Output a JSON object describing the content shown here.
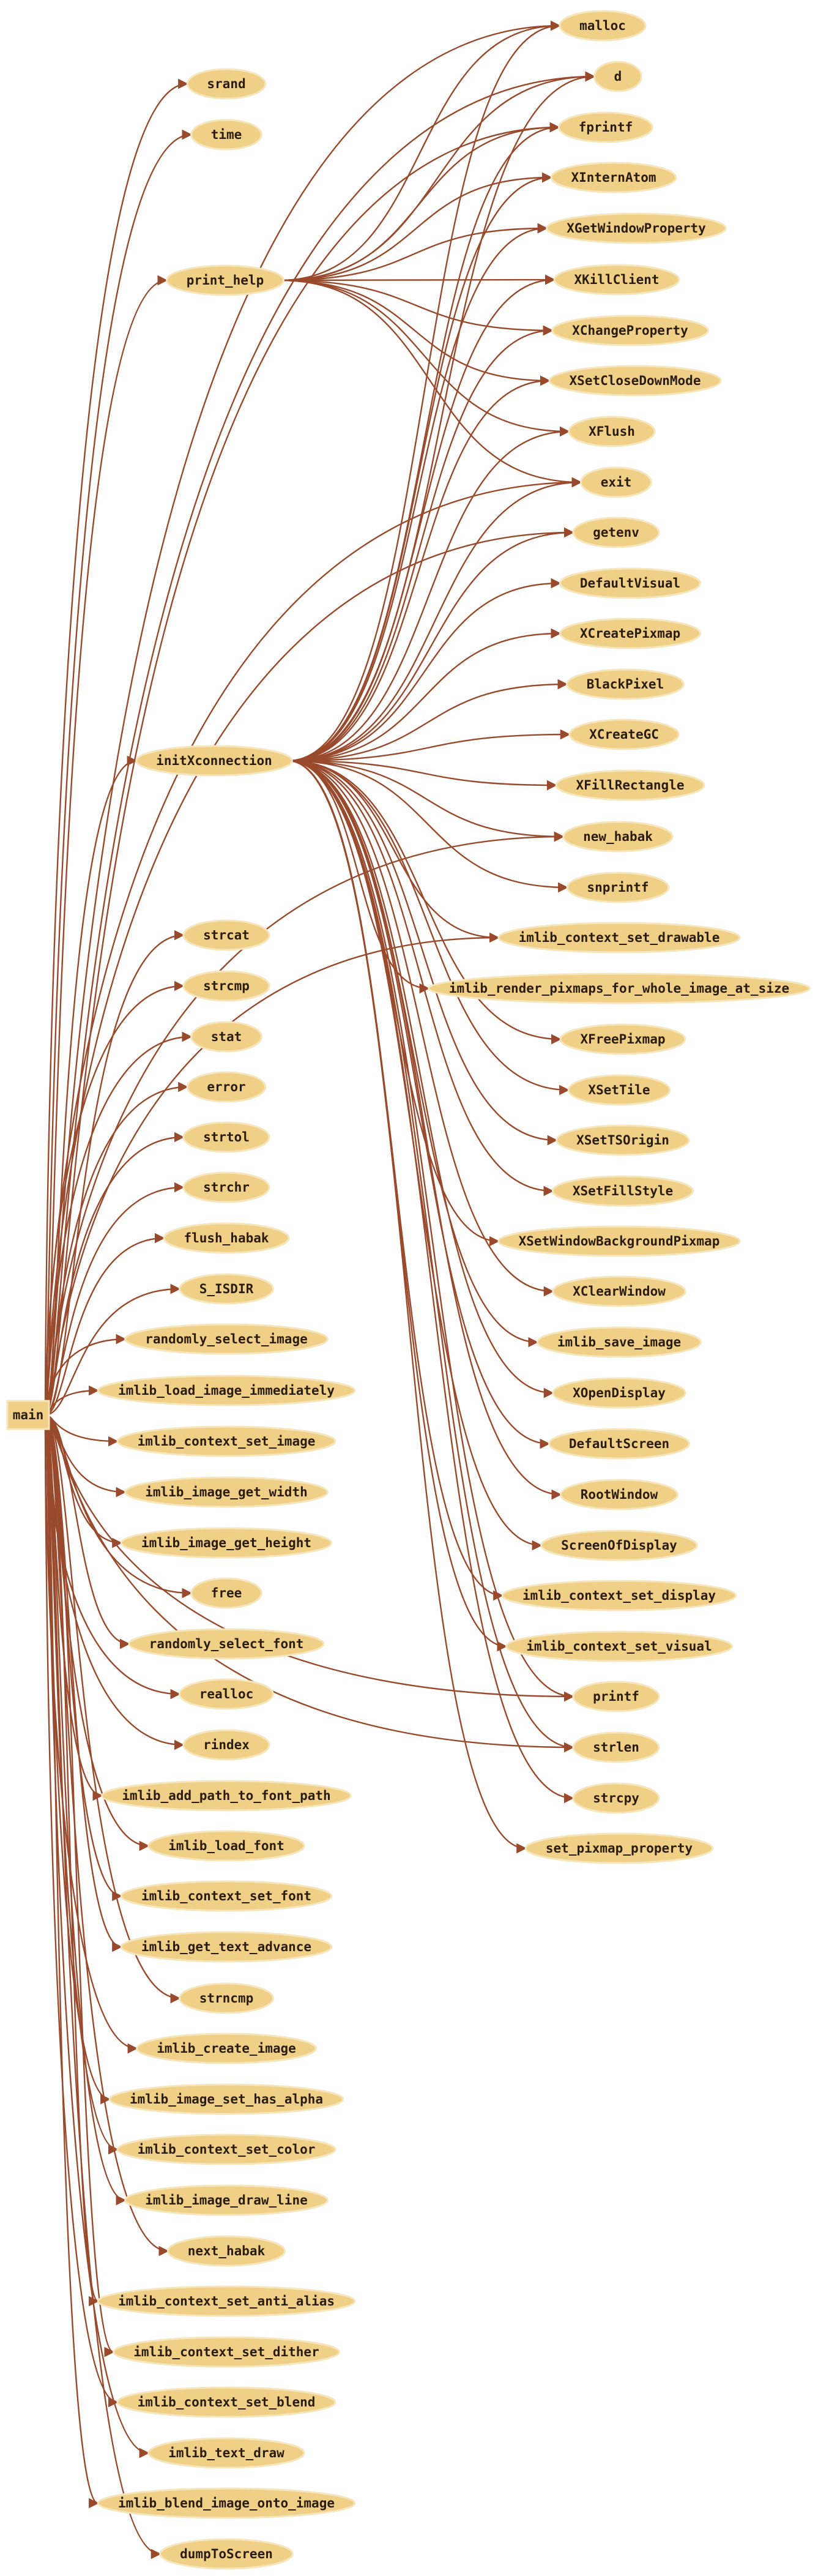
{
  "diagram": {
    "type": "call-graph",
    "colors": {
      "background": "#ffffff",
      "node_fill": "#f0cf86",
      "node_border": "#f6e6bd",
      "edge": "#9a4a2c",
      "text": "#2b1d0e"
    },
    "nodes": [
      {
        "id": "main",
        "label": "main",
        "shape": "box"
      },
      {
        "id": "srand",
        "label": "srand"
      },
      {
        "id": "time",
        "label": "time"
      },
      {
        "id": "print_help",
        "label": "print_help"
      },
      {
        "id": "initXconnection",
        "label": "initXconnection"
      },
      {
        "id": "malloc",
        "label": "malloc"
      },
      {
        "id": "d",
        "label": "d"
      },
      {
        "id": "fprintf",
        "label": "fprintf"
      },
      {
        "id": "XInternAtom",
        "label": "XInternAtom"
      },
      {
        "id": "XGetWindowProperty",
        "label": "XGetWindowProperty"
      },
      {
        "id": "XKillClient",
        "label": "XKillClient"
      },
      {
        "id": "XChangeProperty",
        "label": "XChangeProperty"
      },
      {
        "id": "XSetCloseDownMode",
        "label": "XSetCloseDownMode"
      },
      {
        "id": "XFlush",
        "label": "XFlush"
      },
      {
        "id": "exit",
        "label": "exit"
      },
      {
        "id": "getenv",
        "label": "getenv"
      },
      {
        "id": "DefaultVisual",
        "label": "DefaultVisual"
      },
      {
        "id": "XCreatePixmap",
        "label": "XCreatePixmap"
      },
      {
        "id": "BlackPixel",
        "label": "BlackPixel"
      },
      {
        "id": "XCreateGC",
        "label": "XCreateGC"
      },
      {
        "id": "XFillRectangle",
        "label": "XFillRectangle"
      },
      {
        "id": "new_habak",
        "label": "new_habak"
      },
      {
        "id": "snprintf",
        "label": "snprintf"
      },
      {
        "id": "imlib_context_set_drawable",
        "label": "imlib_context_set_drawable"
      },
      {
        "id": "imlib_render_pixmaps_for_whole_image_at_size",
        "label": "imlib_render_pixmaps_for_whole_image_at_size"
      },
      {
        "id": "XFreePixmap",
        "label": "XFreePixmap"
      },
      {
        "id": "XSetTile",
        "label": "XSetTile"
      },
      {
        "id": "XSetTSOrigin",
        "label": "XSetTSOrigin"
      },
      {
        "id": "XSetFillStyle",
        "label": "XSetFillStyle"
      },
      {
        "id": "XSetWindowBackgroundPixmap",
        "label": "XSetWindowBackgroundPixmap"
      },
      {
        "id": "XClearWindow",
        "label": "XClearWindow"
      },
      {
        "id": "imlib_save_image",
        "label": "imlib_save_image"
      },
      {
        "id": "XOpenDisplay",
        "label": "XOpenDisplay"
      },
      {
        "id": "DefaultScreen",
        "label": "DefaultScreen"
      },
      {
        "id": "RootWindow",
        "label": "RootWindow"
      },
      {
        "id": "ScreenOfDisplay",
        "label": "ScreenOfDisplay"
      },
      {
        "id": "imlib_context_set_display",
        "label": "imlib_context_set_display"
      },
      {
        "id": "imlib_context_set_visual",
        "label": "imlib_context_set_visual"
      },
      {
        "id": "printf",
        "label": "printf"
      },
      {
        "id": "strlen",
        "label": "strlen"
      },
      {
        "id": "strcpy",
        "label": "strcpy"
      },
      {
        "id": "set_pixmap_property",
        "label": "set_pixmap_property"
      },
      {
        "id": "strcat",
        "label": "strcat"
      },
      {
        "id": "strcmp",
        "label": "strcmp"
      },
      {
        "id": "stat",
        "label": "stat"
      },
      {
        "id": "error",
        "label": "error"
      },
      {
        "id": "strtol",
        "label": "strtol"
      },
      {
        "id": "strchr",
        "label": "strchr"
      },
      {
        "id": "flush_habak",
        "label": "flush_habak"
      },
      {
        "id": "S_ISDIR",
        "label": "S_ISDIR"
      },
      {
        "id": "randomly_select_image",
        "label": "randomly_select_image"
      },
      {
        "id": "imlib_load_image_immediately",
        "label": "imlib_load_image_immediately"
      },
      {
        "id": "imlib_context_set_image",
        "label": "imlib_context_set_image"
      },
      {
        "id": "imlib_image_get_width",
        "label": "imlib_image_get_width"
      },
      {
        "id": "imlib_image_get_height",
        "label": "imlib_image_get_height"
      },
      {
        "id": "free",
        "label": "free"
      },
      {
        "id": "randomly_select_font",
        "label": "randomly_select_font"
      },
      {
        "id": "realloc",
        "label": "realloc"
      },
      {
        "id": "rindex",
        "label": "rindex"
      },
      {
        "id": "imlib_add_path_to_font_path",
        "label": "imlib_add_path_to_font_path"
      },
      {
        "id": "imlib_load_font",
        "label": "imlib_load_font"
      },
      {
        "id": "imlib_context_set_font",
        "label": "imlib_context_set_font"
      },
      {
        "id": "imlib_get_text_advance",
        "label": "imlib_get_text_advance"
      },
      {
        "id": "strncmp",
        "label": "strncmp"
      },
      {
        "id": "imlib_create_image",
        "label": "imlib_create_image"
      },
      {
        "id": "imlib_image_set_has_alpha",
        "label": "imlib_image_set_has_alpha"
      },
      {
        "id": "imlib_context_set_color",
        "label": "imlib_context_set_color"
      },
      {
        "id": "imlib_image_draw_line",
        "label": "imlib_image_draw_line"
      },
      {
        "id": "next_habak",
        "label": "next_habak"
      },
      {
        "id": "imlib_context_set_anti_alias",
        "label": "imlib_context_set_anti_alias"
      },
      {
        "id": "imlib_context_set_dither",
        "label": "imlib_context_set_dither"
      },
      {
        "id": "imlib_context_set_blend",
        "label": "imlib_context_set_blend"
      },
      {
        "id": "imlib_text_draw",
        "label": "imlib_text_draw"
      },
      {
        "id": "imlib_blend_image_onto_image",
        "label": "imlib_blend_image_onto_image"
      },
      {
        "id": "dumpToScreen",
        "label": "dumpToScreen"
      }
    ],
    "edges": [
      [
        "main",
        "srand"
      ],
      [
        "main",
        "time"
      ],
      [
        "main",
        "print_help"
      ],
      [
        "main",
        "initXconnection"
      ],
      [
        "main",
        "malloc"
      ],
      [
        "main",
        "d"
      ],
      [
        "main",
        "fprintf"
      ],
      [
        "main",
        "exit"
      ],
      [
        "main",
        "getenv"
      ],
      [
        "main",
        "new_habak"
      ],
      [
        "main",
        "imlib_context_set_drawable"
      ],
      [
        "main",
        "printf"
      ],
      [
        "main",
        "strlen"
      ],
      [
        "main",
        "strcat"
      ],
      [
        "main",
        "strcmp"
      ],
      [
        "main",
        "stat"
      ],
      [
        "main",
        "error"
      ],
      [
        "main",
        "strtol"
      ],
      [
        "main",
        "strchr"
      ],
      [
        "main",
        "flush_habak"
      ],
      [
        "main",
        "S_ISDIR"
      ],
      [
        "main",
        "randomly_select_image"
      ],
      [
        "main",
        "imlib_load_image_immediately"
      ],
      [
        "main",
        "imlib_context_set_image"
      ],
      [
        "main",
        "imlib_image_get_width"
      ],
      [
        "main",
        "imlib_image_get_height"
      ],
      [
        "main",
        "free"
      ],
      [
        "main",
        "randomly_select_font"
      ],
      [
        "main",
        "realloc"
      ],
      [
        "main",
        "rindex"
      ],
      [
        "main",
        "imlib_add_path_to_font_path"
      ],
      [
        "main",
        "imlib_load_font"
      ],
      [
        "main",
        "imlib_context_set_font"
      ],
      [
        "main",
        "imlib_get_text_advance"
      ],
      [
        "main",
        "strncmp"
      ],
      [
        "main",
        "imlib_create_image"
      ],
      [
        "main",
        "imlib_image_set_has_alpha"
      ],
      [
        "main",
        "imlib_context_set_color"
      ],
      [
        "main",
        "imlib_image_draw_line"
      ],
      [
        "main",
        "next_habak"
      ],
      [
        "main",
        "imlib_context_set_anti_alias"
      ],
      [
        "main",
        "imlib_context_set_dither"
      ],
      [
        "main",
        "imlib_context_set_blend"
      ],
      [
        "main",
        "imlib_text_draw"
      ],
      [
        "main",
        "imlib_blend_image_onto_image"
      ],
      [
        "main",
        "dumpToScreen"
      ],
      [
        "print_help",
        "malloc"
      ],
      [
        "print_help",
        "d"
      ],
      [
        "print_help",
        "fprintf"
      ],
      [
        "print_help",
        "XInternAtom"
      ],
      [
        "print_help",
        "XGetWindowProperty"
      ],
      [
        "print_help",
        "XKillClient"
      ],
      [
        "print_help",
        "XChangeProperty"
      ],
      [
        "print_help",
        "XSetCloseDownMode"
      ],
      [
        "print_help",
        "XFlush"
      ],
      [
        "print_help",
        "exit"
      ],
      [
        "initXconnection",
        "malloc"
      ],
      [
        "initXconnection",
        "d"
      ],
      [
        "initXconnection",
        "fprintf"
      ],
      [
        "initXconnection",
        "XInternAtom"
      ],
      [
        "initXconnection",
        "XGetWindowProperty"
      ],
      [
        "initXconnection",
        "XKillClient"
      ],
      [
        "initXconnection",
        "XChangeProperty"
      ],
      [
        "initXconnection",
        "XSetCloseDownMode"
      ],
      [
        "initXconnection",
        "XFlush"
      ],
      [
        "initXconnection",
        "exit"
      ],
      [
        "initXconnection",
        "getenv"
      ],
      [
        "initXconnection",
        "DefaultVisual"
      ],
      [
        "initXconnection",
        "XCreatePixmap"
      ],
      [
        "initXconnection",
        "BlackPixel"
      ],
      [
        "initXconnection",
        "XCreateGC"
      ],
      [
        "initXconnection",
        "XFillRectangle"
      ],
      [
        "initXconnection",
        "new_habak"
      ],
      [
        "initXconnection",
        "snprintf"
      ],
      [
        "initXconnection",
        "imlib_context_set_drawable"
      ],
      [
        "initXconnection",
        "imlib_render_pixmaps_for_whole_image_at_size"
      ],
      [
        "initXconnection",
        "XFreePixmap"
      ],
      [
        "initXconnection",
        "XSetTile"
      ],
      [
        "initXconnection",
        "XSetTSOrigin"
      ],
      [
        "initXconnection",
        "XSetFillStyle"
      ],
      [
        "initXconnection",
        "XSetWindowBackgroundPixmap"
      ],
      [
        "initXconnection",
        "XClearWindow"
      ],
      [
        "initXconnection",
        "imlib_save_image"
      ],
      [
        "initXconnection",
        "XOpenDisplay"
      ],
      [
        "initXconnection",
        "DefaultScreen"
      ],
      [
        "initXconnection",
        "RootWindow"
      ],
      [
        "initXconnection",
        "ScreenOfDisplay"
      ],
      [
        "initXconnection",
        "imlib_context_set_display"
      ],
      [
        "initXconnection",
        "imlib_context_set_visual"
      ],
      [
        "initXconnection",
        "printf"
      ],
      [
        "initXconnection",
        "strlen"
      ],
      [
        "initXconnection",
        "strcpy"
      ],
      [
        "initXconnection",
        "set_pixmap_property"
      ]
    ]
  }
}
